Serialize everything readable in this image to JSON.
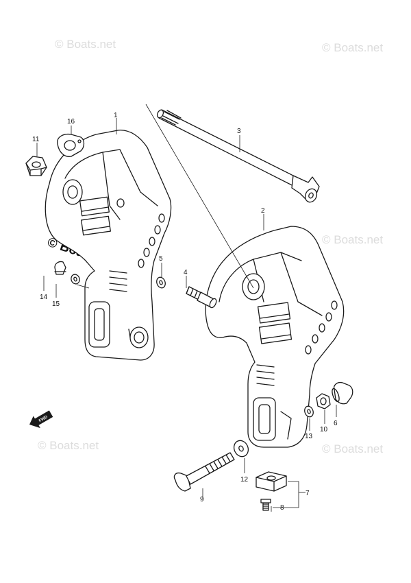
{
  "watermark": {
    "text": "© Boats.net"
  },
  "callouts": {
    "c1": "1",
    "c2": "2",
    "c3": "3",
    "c4": "4",
    "c5": "5",
    "c6": "6",
    "c7": "7",
    "c8": "8",
    "c9": "9",
    "c10": "10",
    "c11": "11",
    "c12": "12",
    "c13": "13",
    "c14": "14",
    "c15": "15",
    "c16": "16"
  },
  "direction_marker": {
    "label": "FWD",
    "icon": "fwd-arrow-icon"
  },
  "colors": {
    "line": "#1a1a1a",
    "background": "#ffffff",
    "watermark": "#dcdcdc"
  }
}
